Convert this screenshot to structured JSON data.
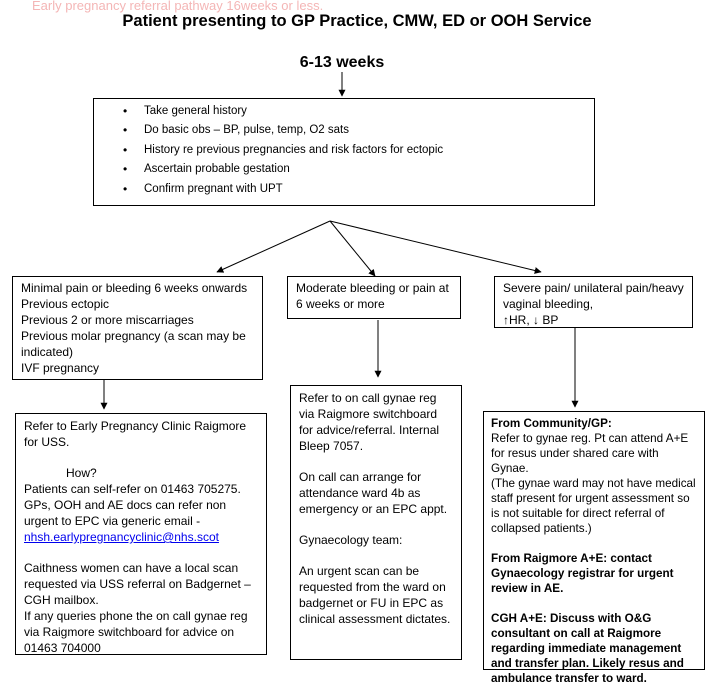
{
  "watermark": "Early pregnancy referral pathway 16weeks or less.",
  "title": "Patient presenting to GP Practice, CMW, ED or OOH Service",
  "subtitle": "6-13 weeks",
  "initial_actions": [
    "Take general history",
    "Do basic obs – BP, pulse, temp, O2 sats",
    "History re previous pregnancies and risk factors for ectopic",
    "Ascertain probable gestation",
    "Confirm pregnant with UPT"
  ],
  "criteria": {
    "minimal": [
      "Minimal pain or bleeding 6 weeks onwards",
      "Previous ectopic",
      "Previous 2 or more miscarriages",
      "Previous molar pregnancy (a scan may be indicated)",
      "IVF pregnancy"
    ],
    "moderate": "Moderate bleeding or pain at 6 weeks or more",
    "severe": [
      "Severe pain/ unilateral pain/heavy vaginal bleeding,",
      "↑HR, ↓ BP"
    ]
  },
  "actions": {
    "minimal": {
      "line1": "Refer to Early Pregnancy Clinic Raigmore for USS.",
      "how": "How?",
      "line2": "Patients can self-refer on 01463 705275. GPs, OOH and AE docs can refer non urgent to EPC via generic email -",
      "email": "nhsh.earlypregnancyclinic@nhs.scot",
      "line3": "Caithness women can have a local scan requested via USS referral on Badgernet – CGH mailbox.",
      "line4": "If any queries phone the on call gynae reg via Raigmore switchboard for advice on 01463 704000"
    },
    "moderate": {
      "line1": "Refer to on call gynae reg via Raigmore switchboard for advice/referral. Internal Bleep 7057.",
      "line2": "On call can arrange for attendance ward 4b as emergency or an EPC appt.",
      "line3": "Gynaecology team:",
      "line4": "An urgent scan can be requested from the ward on badgernet or FU in EPC as clinical assessment dictates."
    },
    "severe": {
      "community_heading": "From Community/GP:",
      "community_text": "Refer to gynae reg. Pt can attend A+E for resus under shared care with Gynae.",
      "community_note": "(The gynae ward may not have medical staff present for urgent assessment so is not suitable for direct referral of collapsed patients.)",
      "raigmore": "From Raigmore A+E: contact Gynaecology registrar for urgent review in AE.",
      "cgh": "CGH A+E: Discuss with O&G consultant on call at Raigmore regarding immediate management and transfer plan. Likely resus and ambulance transfer to ward."
    }
  }
}
